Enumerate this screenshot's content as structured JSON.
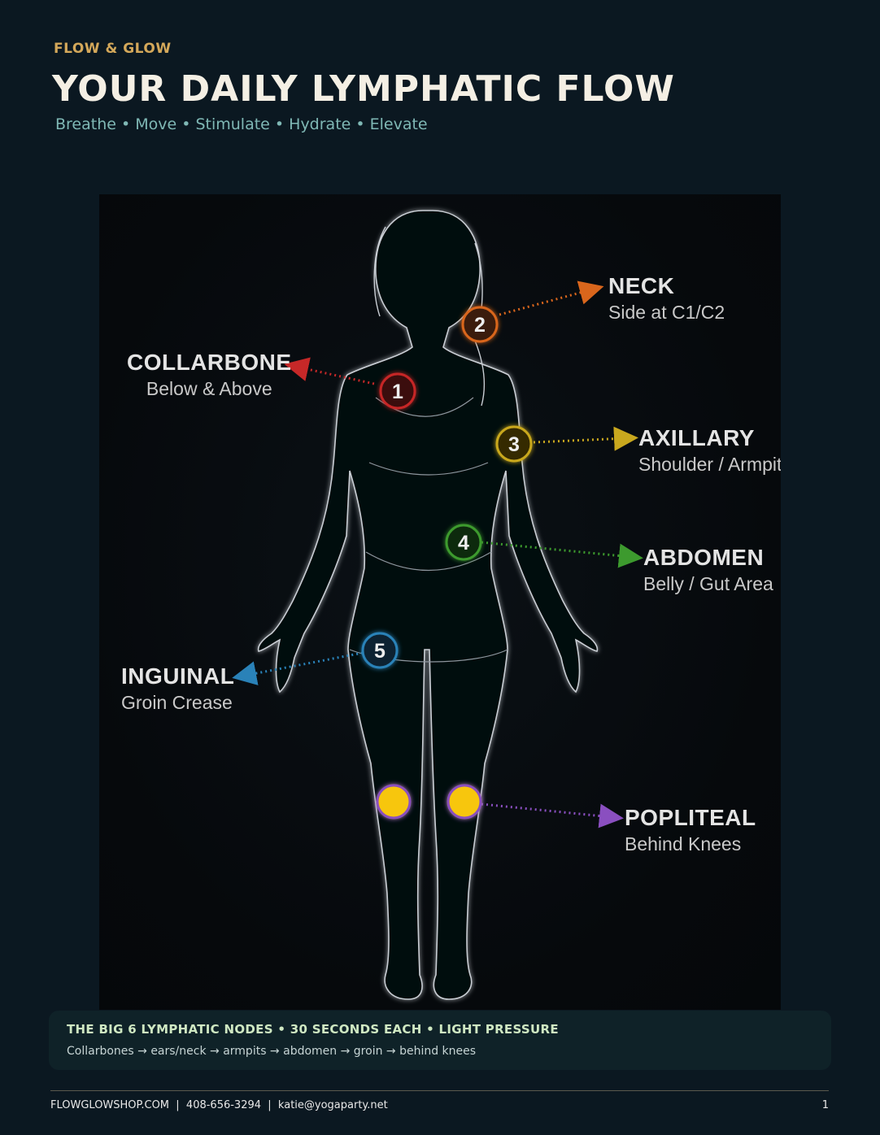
{
  "header": {
    "brand": "FLOW & GLOW",
    "title": "YOUR DAILY LYMPHATIC FLOW",
    "subtitle": "Breathe • Move • Stimulate • Hydrate • Elevate"
  },
  "nodes": [
    {
      "number": "1",
      "name": "COLLARBONE",
      "detail": "Below & Above",
      "color": "#c62828"
    },
    {
      "number": "2",
      "name": "NECK",
      "detail": "Side at C1/C2",
      "color": "#d9661c"
    },
    {
      "number": "3",
      "name": "AXILLARY",
      "detail": "Shoulder / Armpit",
      "color": "#c9a81e"
    },
    {
      "number": "4",
      "name": "ABDOMEN",
      "detail": "Belly / Gut Area",
      "color": "#3d9a2e"
    },
    {
      "number": "5",
      "name": "INGUINAL",
      "detail": "Groin Crease",
      "color": "#2a82b8"
    },
    {
      "number": "",
      "name": "POPLITEAL",
      "detail": "Behind Knees",
      "color": "#8a4fc0",
      "marker_fill": "#f7c609"
    }
  ],
  "info_box": {
    "heading": "THE BIG 6 LYMPHATIC NODES • 30 SECONDS EACH • LIGHT PRESSURE",
    "sequence": "Collarbones → ears/neck → armpits → abdomen → groin → behind knees"
  },
  "footer": {
    "contact": "FLOWGLOWSHOP.COM  |  408-656-3294  |  katie@yogaparty.net",
    "page_number": "1"
  }
}
